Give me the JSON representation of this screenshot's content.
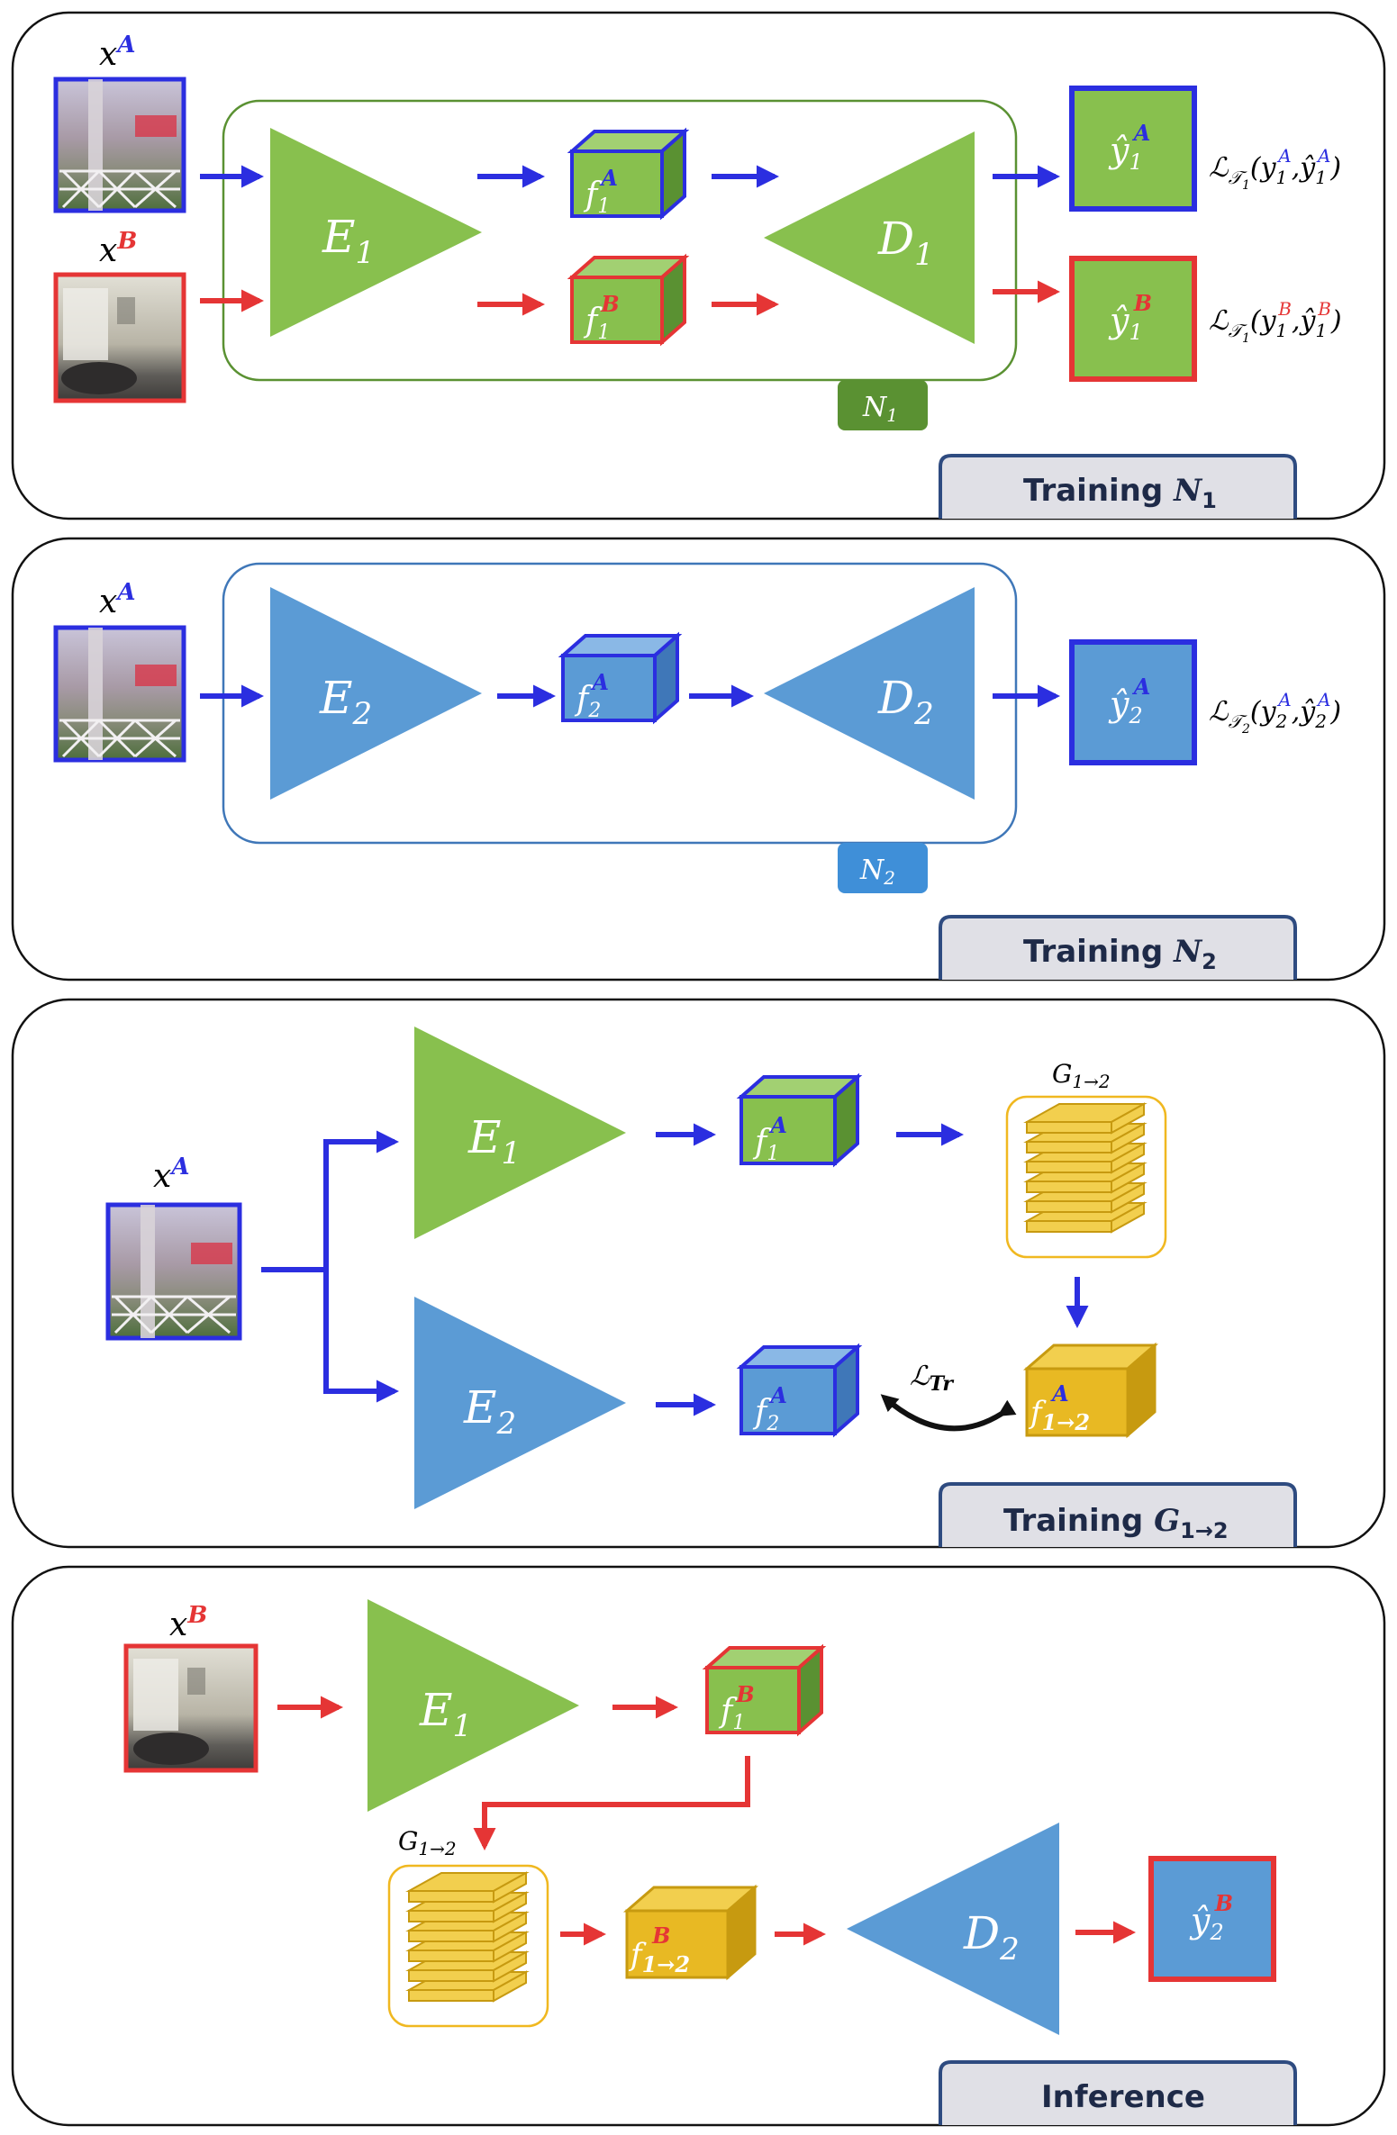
{
  "colors": {
    "blue_dark": "#2b2ee0",
    "red": "#e53535",
    "green": "#88c04e",
    "green_dark": "#5a9132",
    "green_top": "#a2d072",
    "blue_mid": "#5b9bd5",
    "blue_mid_dark": "#3f77b8",
    "blue_mid_top": "#8ab8e6",
    "yellow": "#e8b923",
    "yellow_dark": "#c79a10",
    "yellow_top": "#f2cf4e",
    "panel_border": "#111111",
    "tab_fill": "#e0e0e6",
    "tab_border": "#2e4b80"
  },
  "inputs": {
    "xA_base": "x",
    "xA_sup": "A",
    "xB_base": "x",
    "xB_sup": "B"
  },
  "panel1": {
    "encoder_base": "E",
    "encoder_sub": "1",
    "decoder_base": "D",
    "decoder_sub": "1",
    "feat_a_base": "f",
    "feat_a_sub": "1",
    "feat_a_sup": "A",
    "feat_b_base": "f",
    "feat_b_sub": "1",
    "feat_b_sup": "B",
    "out_a_base": "ŷ",
    "out_a_sub": "1",
    "out_a_sup": "A",
    "out_b_base": "ŷ",
    "out_b_sub": "1",
    "out_b_sup": "B",
    "loss_a": {
      "L": "ℒ",
      "T": "𝒯",
      "Tsub": "1",
      "y": "y",
      "ysub": "1",
      "ysup": "A",
      "yh": "ŷ",
      "yhsub": "1",
      "yhsup": "A",
      "open": "(",
      "comma": ",",
      "close": ")"
    },
    "loss_b": {
      "L": "ℒ",
      "T": "𝒯",
      "Tsub": "1",
      "y": "y",
      "ysub": "1",
      "ysup": "B",
      "yh": "ŷ",
      "yhsub": "1",
      "yhsup": "B",
      "open": "(",
      "comma": ",",
      "close": ")"
    },
    "net_tag_base": "N",
    "net_tag_sub": "1",
    "tab_text": "Training ",
    "tab_n": "N",
    "tab_sub": "1"
  },
  "panel2": {
    "encoder_base": "E",
    "encoder_sub": "2",
    "decoder_base": "D",
    "decoder_sub": "2",
    "feat_base": "f",
    "feat_sub": "2",
    "feat_sup": "A",
    "out_base": "ŷ",
    "out_sub": "2",
    "out_sup": "A",
    "loss": {
      "L": "ℒ",
      "T": "𝒯",
      "Tsub": "2",
      "y": "y",
      "ysub": "2",
      "ysup": "A",
      "yh": "ŷ",
      "yhsub": "2",
      "yhsup": "A",
      "open": "(",
      "comma": ",",
      "close": ")"
    },
    "net_tag_base": "N",
    "net_tag_sub": "2",
    "tab_text": "Training ",
    "tab_n": "N",
    "tab_sub": "2"
  },
  "panel3": {
    "enc1_base": "E",
    "enc1_sub": "1",
    "enc2_base": "E",
    "enc2_sub": "2",
    "feat1_base": "f",
    "feat1_sub": "1",
    "feat1_sup": "A",
    "feat2_base": "f",
    "feat2_sub": "2",
    "feat2_sup": "A",
    "g_base": "G",
    "g_sub": "1→2",
    "ft_base": "f",
    "ft_sub": "1→2",
    "ft_sup": "A",
    "loss_L": "ℒ",
    "loss_sub": "Tr",
    "tab_text": "Training ",
    "tab_n": "G",
    "tab_sub": "1→2"
  },
  "panel4": {
    "enc_base": "E",
    "enc_sub": "1",
    "feat_base": "f",
    "feat_sub": "1",
    "feat_sup": "B",
    "g_base": "G",
    "g_sub": "1→2",
    "ft_base": "f",
    "ft_sub": "1→2",
    "ft_sup": "B",
    "dec_base": "D",
    "dec_sub": "2",
    "out_base": "ŷ",
    "out_sub": "2",
    "out_sup": "B",
    "tab_text": "Inference"
  }
}
